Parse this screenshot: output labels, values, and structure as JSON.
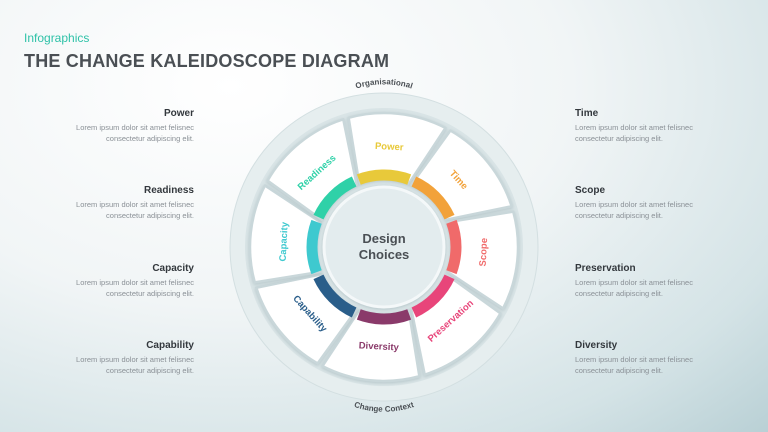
{
  "header": {
    "tag": "Infographics",
    "title": "THE CHANGE KALEIDOSCOPE DIAGRAM"
  },
  "left_blocks": [
    {
      "heading": "Power",
      "line1": "Lorem ipsum dolor sit amet felisnec",
      "line2": "consectetur adipiscing elit."
    },
    {
      "heading": "Readiness",
      "line1": "Lorem ipsum dolor sit amet felisnec",
      "line2": "consectetur adipiscing elit."
    },
    {
      "heading": "Capacity",
      "line1": "Lorem ipsum dolor sit amet felisnec",
      "line2": "consectetur adipiscing elit."
    },
    {
      "heading": "Capability",
      "line1": "Lorem ipsum dolor sit amet felisnec",
      "line2": "consectetur adipiscing elit."
    }
  ],
  "right_blocks": [
    {
      "heading": "Time",
      "line1": "Lorem ipsum dolor sit amet felisnec",
      "line2": "consectetur adipiscing elit."
    },
    {
      "heading": "Scope",
      "line1": "Lorem ipsum dolor sit amet felisnec",
      "line2": "consectetur adipiscing elit."
    },
    {
      "heading": "Preservation",
      "line1": "Lorem ipsum dolor sit amet felisnec",
      "line2": "consectetur adipiscing elit."
    },
    {
      "heading": "Diversity",
      "line1": "Lorem ipsum dolor sit amet felisnec",
      "line2": "consectetur adipiscing elit."
    }
  ],
  "diagram": {
    "outer_top_label": "Organisational",
    "outer_bottom_label": "Change Context",
    "center_line1": "Design",
    "center_line2": "Choices",
    "segments": [
      {
        "label": "Power",
        "color": "#e8c93a"
      },
      {
        "label": "Time",
        "color": "#f2a23a"
      },
      {
        "label": "Scope",
        "color": "#f06a6a"
      },
      {
        "label": "Preservation",
        "color": "#e8457a"
      },
      {
        "label": "Diversity",
        "color": "#8a3a6a"
      },
      {
        "label": "Capability",
        "color": "#2a5e8a"
      },
      {
        "label": "Capacity",
        "color": "#3ec9cf"
      },
      {
        "label": "Readiness",
        "color": "#2fd1a8"
      }
    ]
  }
}
